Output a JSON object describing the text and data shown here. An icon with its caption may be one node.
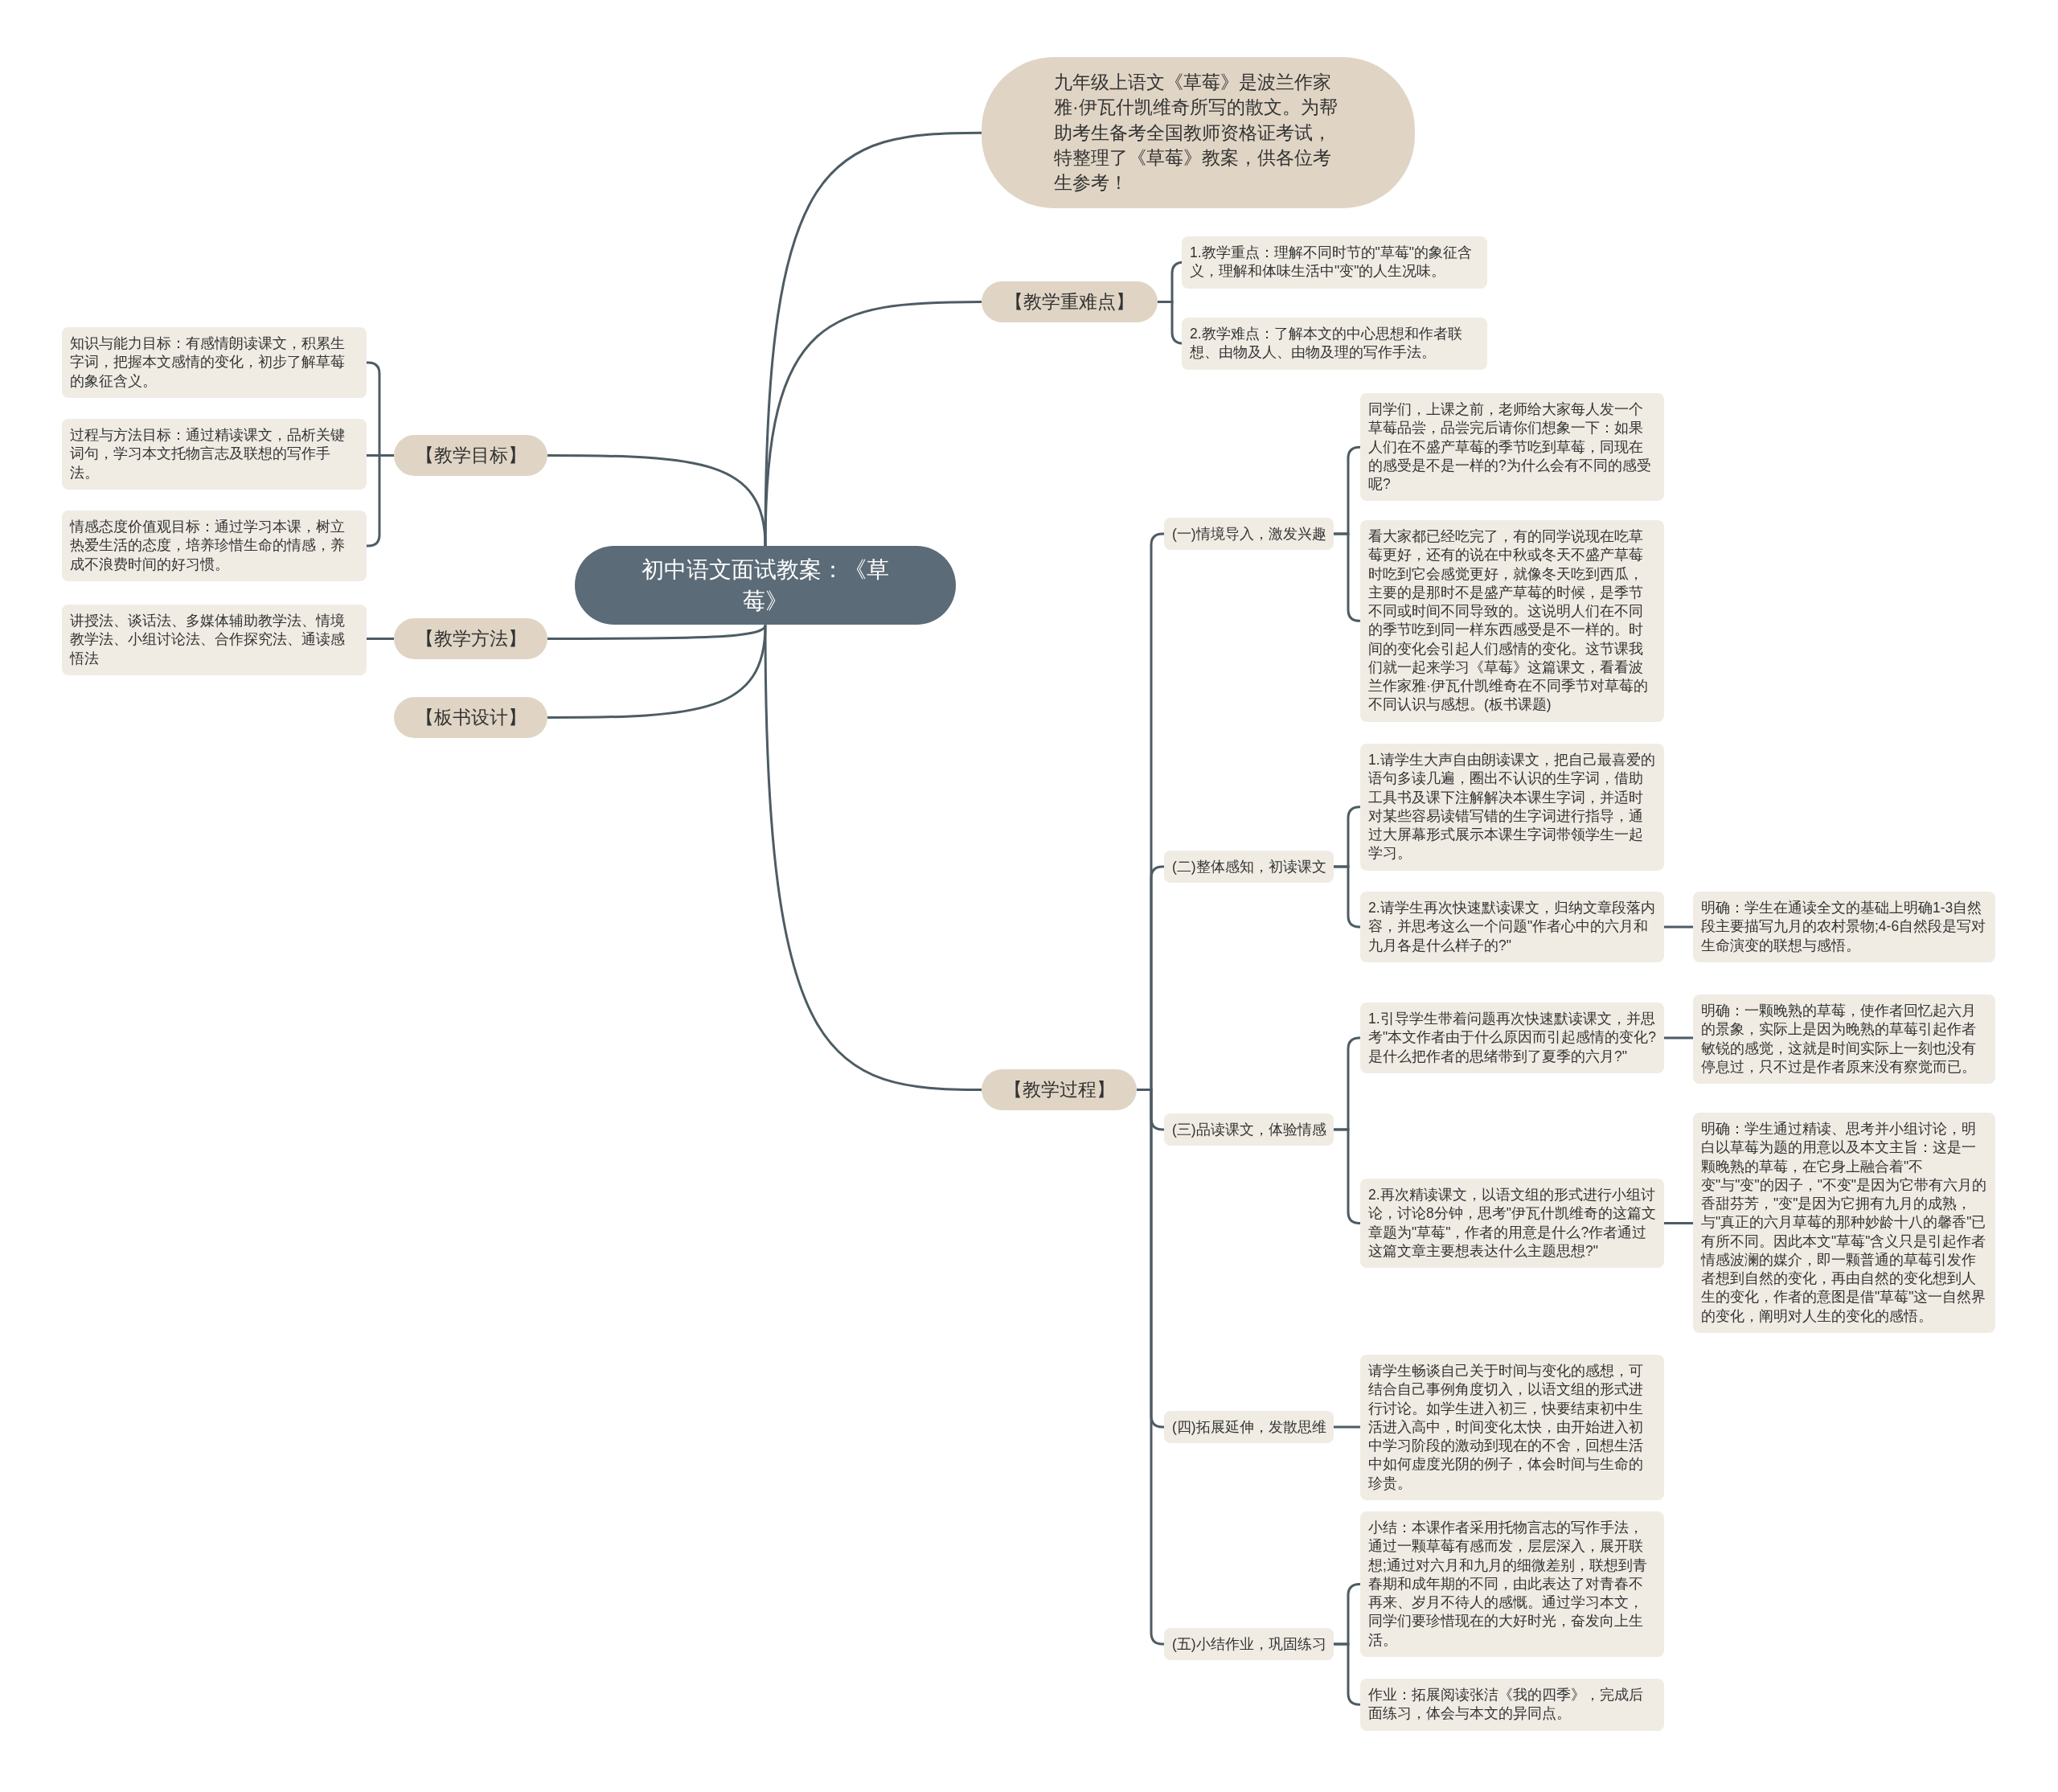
{
  "diagram": {
    "nodes": [
      {
        "text": [
          "初中语文面试教案：《草莓》"
        ]
      },
      {
        "text": [
          "九年级上语文《草莓》是波兰作家雅·伊瓦什凯维奇所写的散文。为帮助考生备考全国教师资格证考试，特整理了《草莓》教案，供各位考生参考！"
        ]
      },
      {
        "text": [
          "【教学重难点】"
        ]
      },
      {
        "text": [
          "1.教学重点：理解不同时节的\"草莓\"的象征含义，理解和体味生活中\"变\"的人生况味。"
        ]
      },
      {
        "text": [
          "2.教学难点：了解本文的中心思想和作者联想、由物及人、由物及理的写作手法。"
        ]
      },
      {
        "text": [
          "【教学目标】"
        ]
      },
      {
        "text": [
          "知识与能力目标：有感情朗读课文，积累生字词，把握本文感情的变化，初步了解草莓的象征含义。"
        ]
      },
      {
        "text": [
          "过程与方法目标：通过精读课文，品析关键词句，学习本文托物言志及联想的写作手法。"
        ]
      },
      {
        "text": [
          "情感态度价值观目标：通过学习本课，树立热爱生活的态度，培养珍惜生命的情感，养成不浪费时间的好习惯。"
        ]
      },
      {
        "text": [
          "【教学方法】"
        ]
      },
      {
        "text": [
          "讲授法、谈话法、多媒体辅助教学法、情境教学法、小组讨论法、合作探究法、通读感悟法"
        ]
      },
      {
        "text": [
          "【板书设计】"
        ]
      },
      {
        "text": [
          "【教学过程】"
        ]
      },
      {
        "text": [
          "(一)情境导入，激发兴趣"
        ]
      },
      {
        "text": [
          "同学们，上课之前，老师给大家每人发一个草莓品尝，品尝完后请你们想象一下：如果人们在不盛产草莓的季节吃到草莓，同现在的感受是不是一样的?为什么会有不同的感受呢?"
        ]
      },
      {
        "text": [
          "看大家都已经吃完了，有的同学说现在吃草莓更好，还有的说在中秋或冬天不盛产草莓时吃到它会感觉更好，就像冬天吃到西瓜，主要的是那时不是盛产草莓的时候，是季节不同或时间不同导致的。这说明人们在不同的季节吃到同一样东西感受是不一样的。时间的变化会引起人们感情的变化。这节课我们就一起来学习《草莓》这篇课文，看看波兰作家雅·伊瓦什凯维奇在不同季节对草莓的不同认识与感想。(板书课题)"
        ]
      },
      {
        "text": [
          "(二)整体感知，初读课文"
        ]
      },
      {
        "text": [
          "1.请学生大声自由朗读课文，把自己最喜爱的语句多读几遍，圈出不认识的生字词，借助工具书及课下注解解决本课生字词，并适时对某些容易读错写错的生字词进行指导，通过大屏幕形式展示本课生字词带领学生一起学习。"
        ]
      },
      {
        "text": [
          "2.请学生再次快速默读课文，归纳文章段落内容，并思考这么一个问题\"作者心中的六月和九月各是什么样子的?\""
        ]
      },
      {
        "text": [
          "明确：学生在通读全文的基础上明确1-3自然段主要描写九月的农村景物;4-6自然段是写对生命演变的联想与感悟。"
        ]
      },
      {
        "text": [
          "(三)品读课文，体验情感"
        ]
      },
      {
        "text": [
          "1.引导学生带着问题再次快速默读课文，并思考\"本文作者由于什么原因而引起感情的变化?是什么把作者的思绪带到了夏季的六月?\""
        ]
      },
      {
        "text": [
          "明确：一颗晚熟的草莓，使作者回忆起六月的景象，实际上是因为晚熟的草莓引起作者敏锐的感觉，这就是时间实际上一刻也没有停息过，只不过是作者原来没有察觉而已。"
        ]
      },
      {
        "text": [
          "2.再次精读课文，以语文组的形式进行小组讨论，讨论8分钟，思考\"伊瓦什凯维奇的这篇文章题为\"草莓\"，作者的用意是什么?作者通过这篇文章主要想表达什么主题思想?\""
        ]
      },
      {
        "text": [
          "明确：学生通过精读、思考并小组讨论，明白以草莓为题的用意以及本文主旨：这是一颗晚熟的草莓，在它身上融合着\"不变\"与\"变\"的因子，\"不变\"是因为它带有六月的香甜芬芳，\"变\"是因为它拥有九月的成熟，与\"真正的六月草莓的那种妙龄十八的馨香\"已有所不同。因此本文\"草莓\"含义只是引起作者情感波澜的媒介，即一颗普通的草莓引发作者想到自然的变化，再由自然的变化想到人生的变化，作者的意图是借\"草莓\"这一自然界的变化，阐明对人生的变化的感悟。"
        ]
      },
      {
        "text": [
          "(四)拓展延伸，发散思维"
        ]
      },
      {
        "text": [
          "请学生畅谈自己关于时间与变化的感想，可结合自己事例角度切入，以语文组的形式进行讨论。如学生进入初三，快要结束初中生活进入高中，时间变化太快，由开始进入初中学习阶段的激动到现在的不舍，回想生活中如何虚度光阴的例子，体会时间与生命的珍贵。"
        ]
      },
      {
        "text": [
          "(五)小结作业，巩固练习"
        ]
      },
      {
        "text": [
          "小结：本课作者采用托物言志的写作手法，通过一颗草莓有感而发，层层深入，展开联想;通过对六月和九月的细微差别，联想到青春期和成年期的不同，由此表达了对青春不再来、岁月不待人的感慨。通过学习本文，同学们要珍惜现在的大好时光，奋发向上生活。"
        ]
      },
      {
        "text": [
          "作业：拓展阅读张洁《我的四季》，完成后面练习，体会与本文的异同点。"
        ]
      }
    ],
    "edges": [
      {
        "from": 0,
        "to": 1,
        "arrow": "none"
      },
      {
        "from": 0,
        "to": 2,
        "arrow": "none"
      },
      {
        "from": 2,
        "to": 3,
        "arrow": "none"
      },
      {
        "from": 2,
        "to": 4,
        "arrow": "none"
      },
      {
        "from": 0,
        "to": 5,
        "arrow": "none"
      },
      {
        "from": 5,
        "to": 6,
        "arrow": "none"
      },
      {
        "from": 5,
        "to": 7,
        "arrow": "none"
      },
      {
        "from": 5,
        "to": 8,
        "arrow": "none"
      },
      {
        "from": 0,
        "to": 9,
        "arrow": "none"
      },
      {
        "from": 9,
        "to": 10,
        "arrow": "none"
      },
      {
        "from": 0,
        "to": 11,
        "arrow": "none"
      },
      {
        "from": 0,
        "to": 12,
        "arrow": "none"
      },
      {
        "from": 12,
        "to": 13,
        "arrow": "none"
      },
      {
        "from": 13,
        "to": 14,
        "arrow": "none"
      },
      {
        "from": 13,
        "to": 15,
        "arrow": "none"
      },
      {
        "from": 12,
        "to": 16,
        "arrow": "none"
      },
      {
        "from": 16,
        "to": 17,
        "arrow": "none"
      },
      {
        "from": 16,
        "to": 18,
        "arrow": "none"
      },
      {
        "from": 18,
        "to": 19,
        "arrow": "none"
      },
      {
        "from": 12,
        "to": 20,
        "arrow": "none"
      },
      {
        "from": 20,
        "to": 21,
        "arrow": "none"
      },
      {
        "from": 21,
        "to": 22,
        "arrow": "none"
      },
      {
        "from": 20,
        "to": 23,
        "arrow": "none"
      },
      {
        "from": 23,
        "to": 24,
        "arrow": "none"
      },
      {
        "from": 12,
        "to": 25,
        "arrow": "none"
      },
      {
        "from": 25,
        "to": 26,
        "arrow": "none"
      },
      {
        "from": 12,
        "to": 27,
        "arrow": "none"
      },
      {
        "from": 27,
        "to": 28,
        "arrow": "none"
      },
      {
        "from": 27,
        "to": 29,
        "arrow": "none"
      }
    ]
  }
}
